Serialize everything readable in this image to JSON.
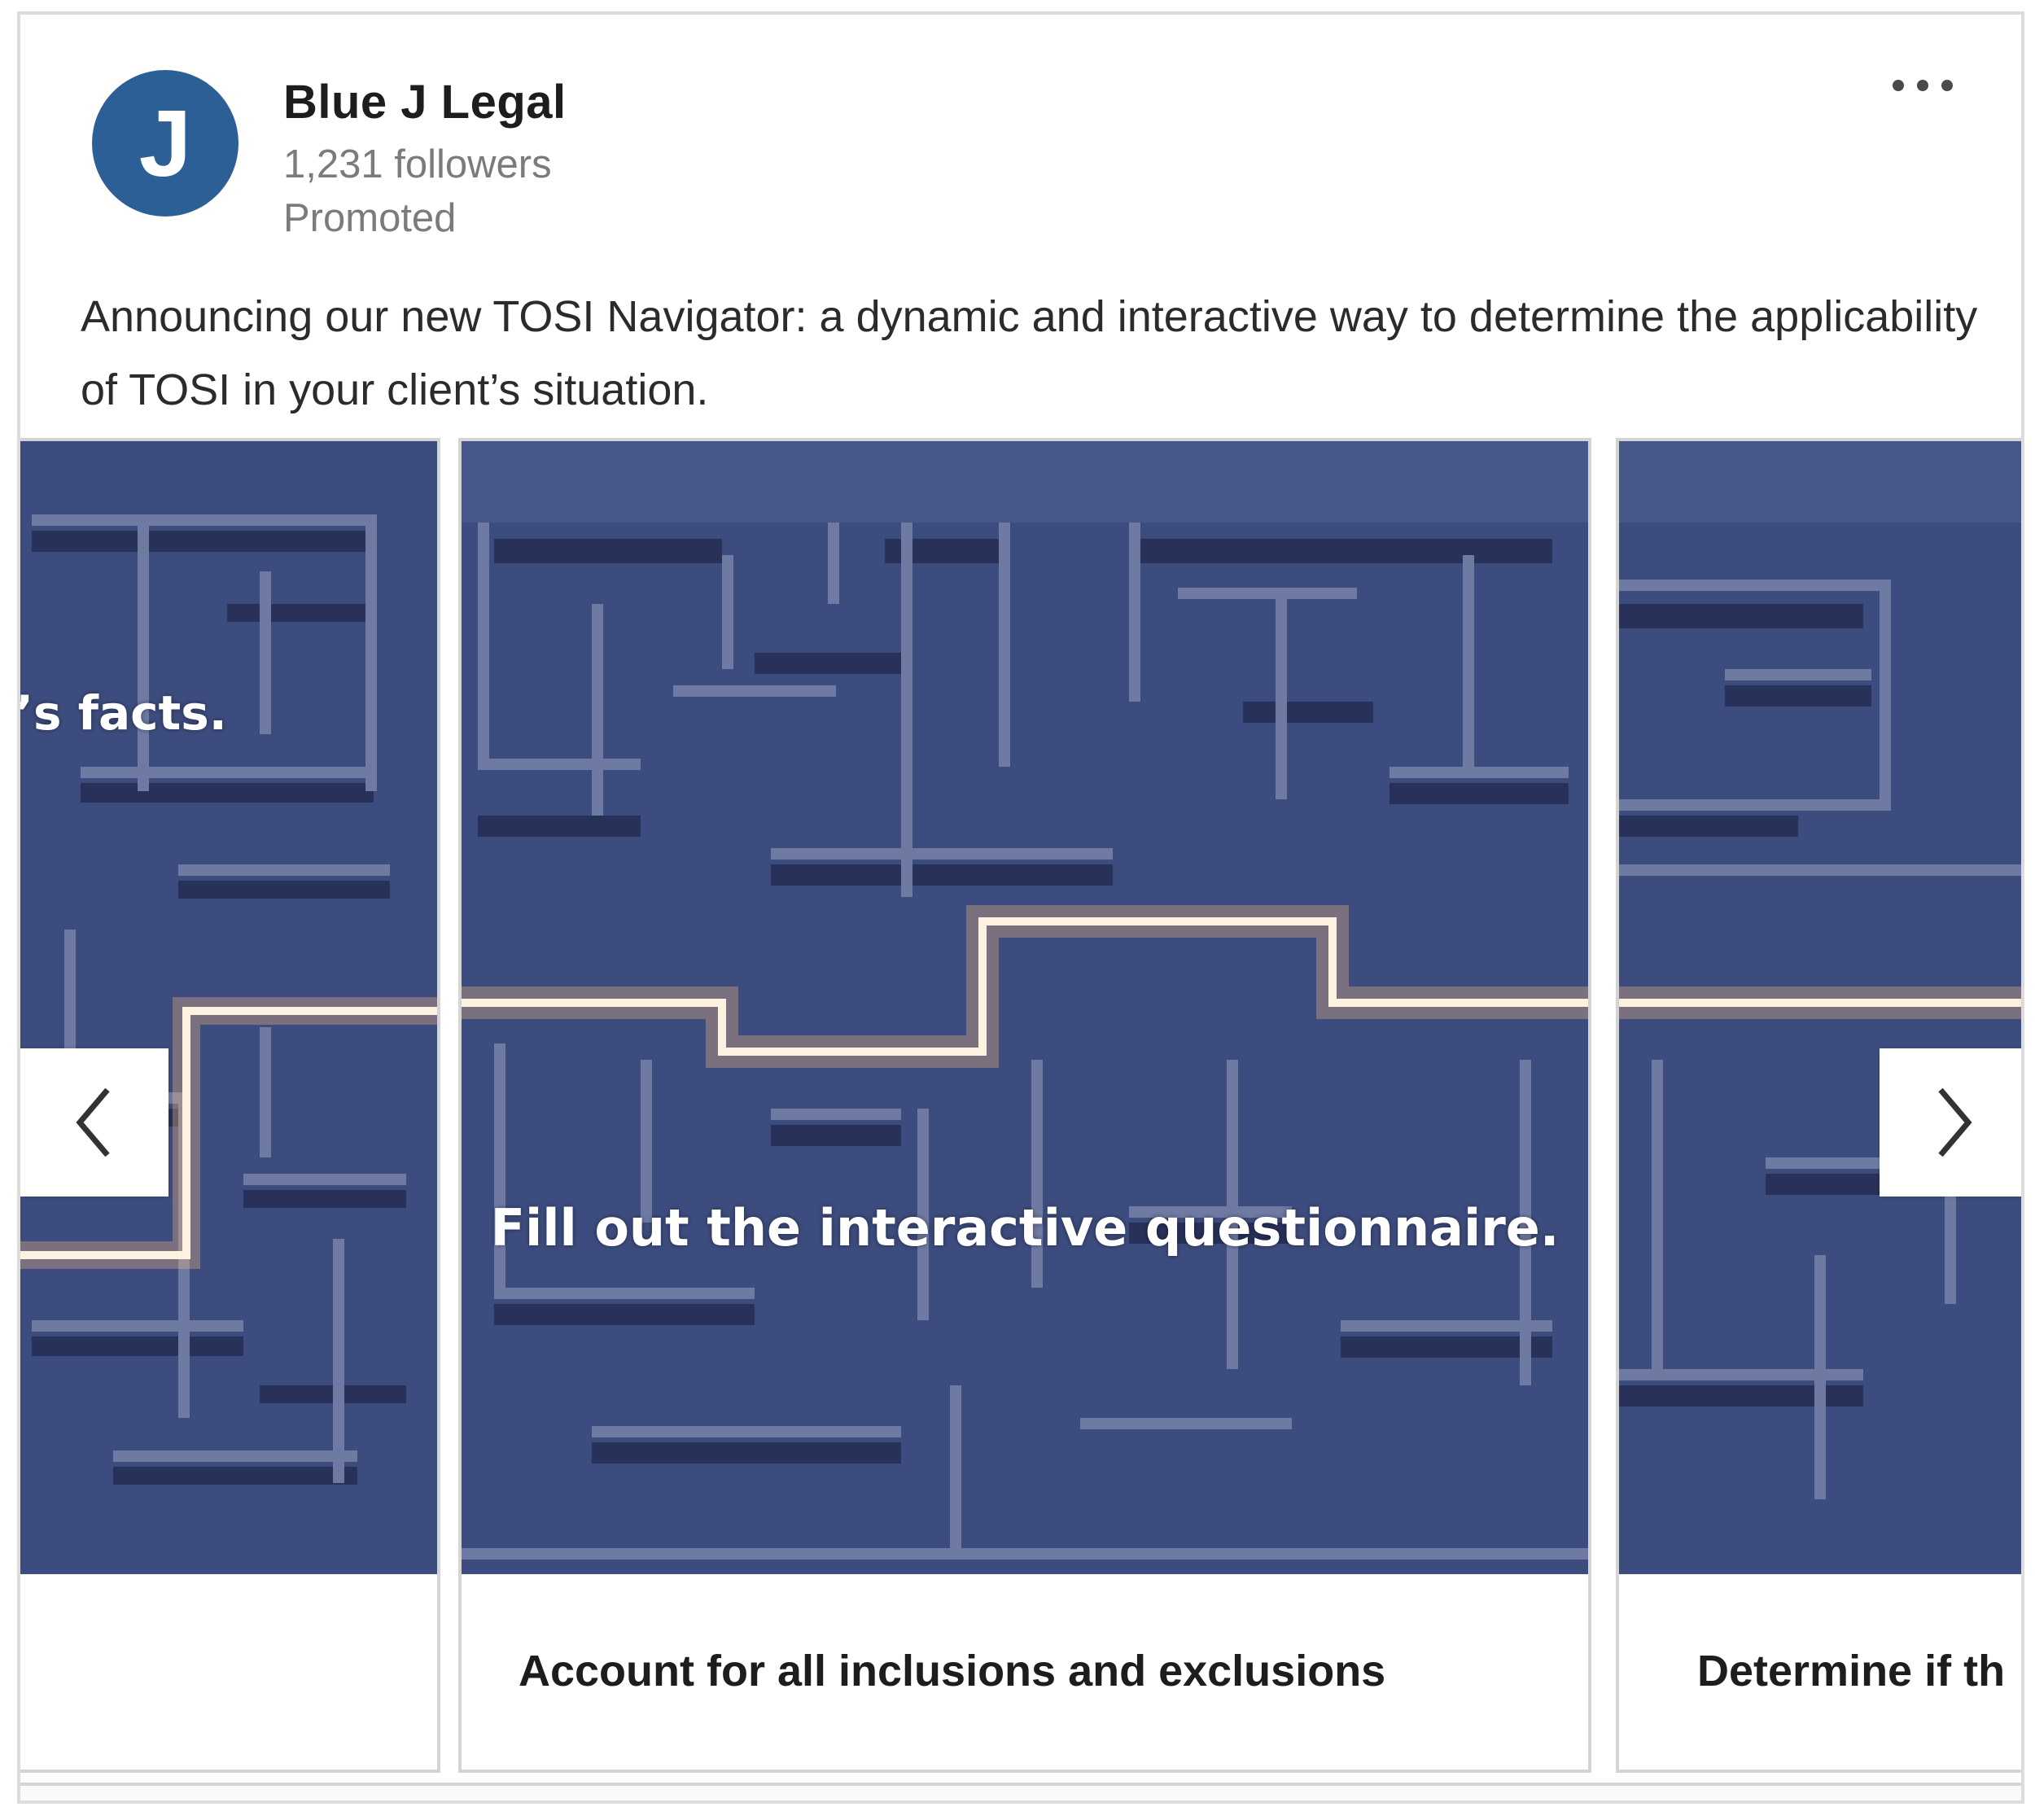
{
  "company": {
    "initial": "J",
    "name": "Blue J Legal",
    "followers": "1,231 followers",
    "promoted": "Promoted",
    "brand_color": "#2c5f96"
  },
  "post": {
    "text": "Announcing our new TOSI Navigator: a dynamic and interactive way to determine the applicability of TOSI in your client’s situation."
  },
  "carousel": {
    "cards": [
      {
        "overlay": "’s facts.",
        "caption": ""
      },
      {
        "overlay": "Fill out the interactive questionnaire.",
        "caption": "Account for all inclusions and exclusions"
      },
      {
        "overlay": "",
        "caption": "Determine if th"
      }
    ],
    "prev_icon": "chevron-left-icon",
    "next_icon": "chevron-right-icon",
    "maze_color": "#3d4c7e",
    "path_glow_color": "#f2b57a"
  },
  "menu_icon": "more-horizontal-icon"
}
